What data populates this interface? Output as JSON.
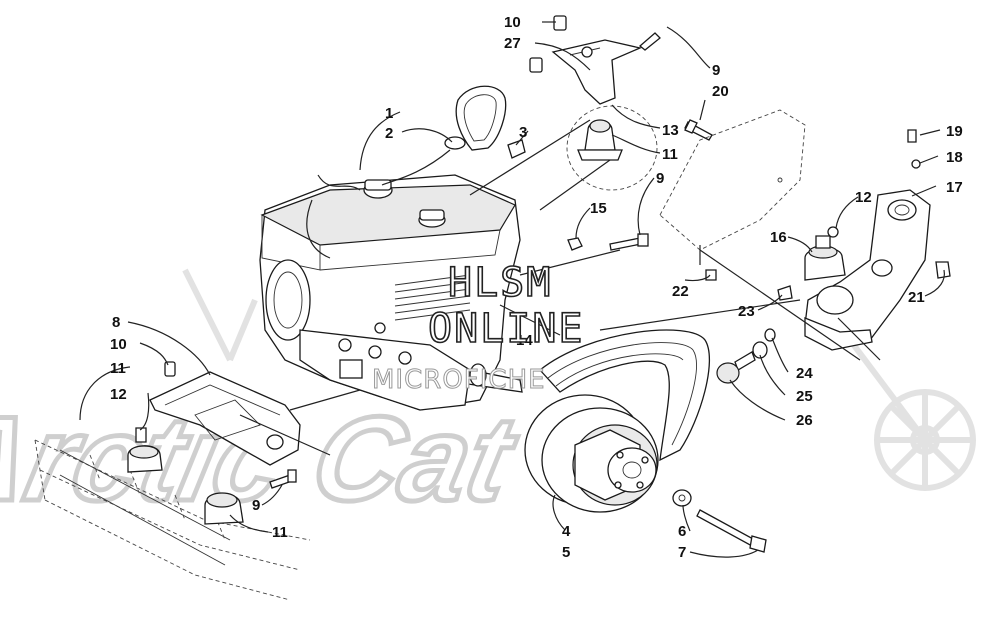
{
  "watermark": {
    "line1": "HLSM",
    "line2": "ONLINE",
    "line3": "MICROFICHE",
    "background_logo": "Arctic Cat"
  },
  "colors": {
    "ink": "#111111",
    "background": "#ffffff",
    "watermark_outline": "#222222",
    "logo_ghost": "#d8d8d8"
  },
  "callouts": [
    {
      "id": "c10a",
      "label": "10"
    },
    {
      "id": "c27",
      "label": "27"
    },
    {
      "id": "c9a",
      "label": "9"
    },
    {
      "id": "c20",
      "label": "20"
    },
    {
      "id": "c1",
      "label": "1"
    },
    {
      "id": "c2",
      "label": "2"
    },
    {
      "id": "c3",
      "label": "3"
    },
    {
      "id": "c13",
      "label": "13"
    },
    {
      "id": "c11a",
      "label": "11"
    },
    {
      "id": "c19",
      "label": "19"
    },
    {
      "id": "c18",
      "label": "18"
    },
    {
      "id": "c17",
      "label": "17"
    },
    {
      "id": "c9b",
      "label": "9"
    },
    {
      "id": "c15",
      "label": "15"
    },
    {
      "id": "c12a",
      "label": "12"
    },
    {
      "id": "c16",
      "label": "16"
    },
    {
      "id": "c22",
      "label": "22"
    },
    {
      "id": "c21",
      "label": "21"
    },
    {
      "id": "c23",
      "label": "23"
    },
    {
      "id": "c14",
      "label": "14"
    },
    {
      "id": "c8",
      "label": "8"
    },
    {
      "id": "c10b",
      "label": "10"
    },
    {
      "id": "c11b",
      "label": "11"
    },
    {
      "id": "c12b",
      "label": "12"
    },
    {
      "id": "c24",
      "label": "24"
    },
    {
      "id": "c25",
      "label": "25"
    },
    {
      "id": "c26",
      "label": "26"
    },
    {
      "id": "c9c",
      "label": "9"
    },
    {
      "id": "c11c",
      "label": "11"
    },
    {
      "id": "c4",
      "label": "4"
    },
    {
      "id": "c5",
      "label": "5"
    },
    {
      "id": "c6",
      "label": "6"
    },
    {
      "id": "c7",
      "label": "7"
    }
  ]
}
